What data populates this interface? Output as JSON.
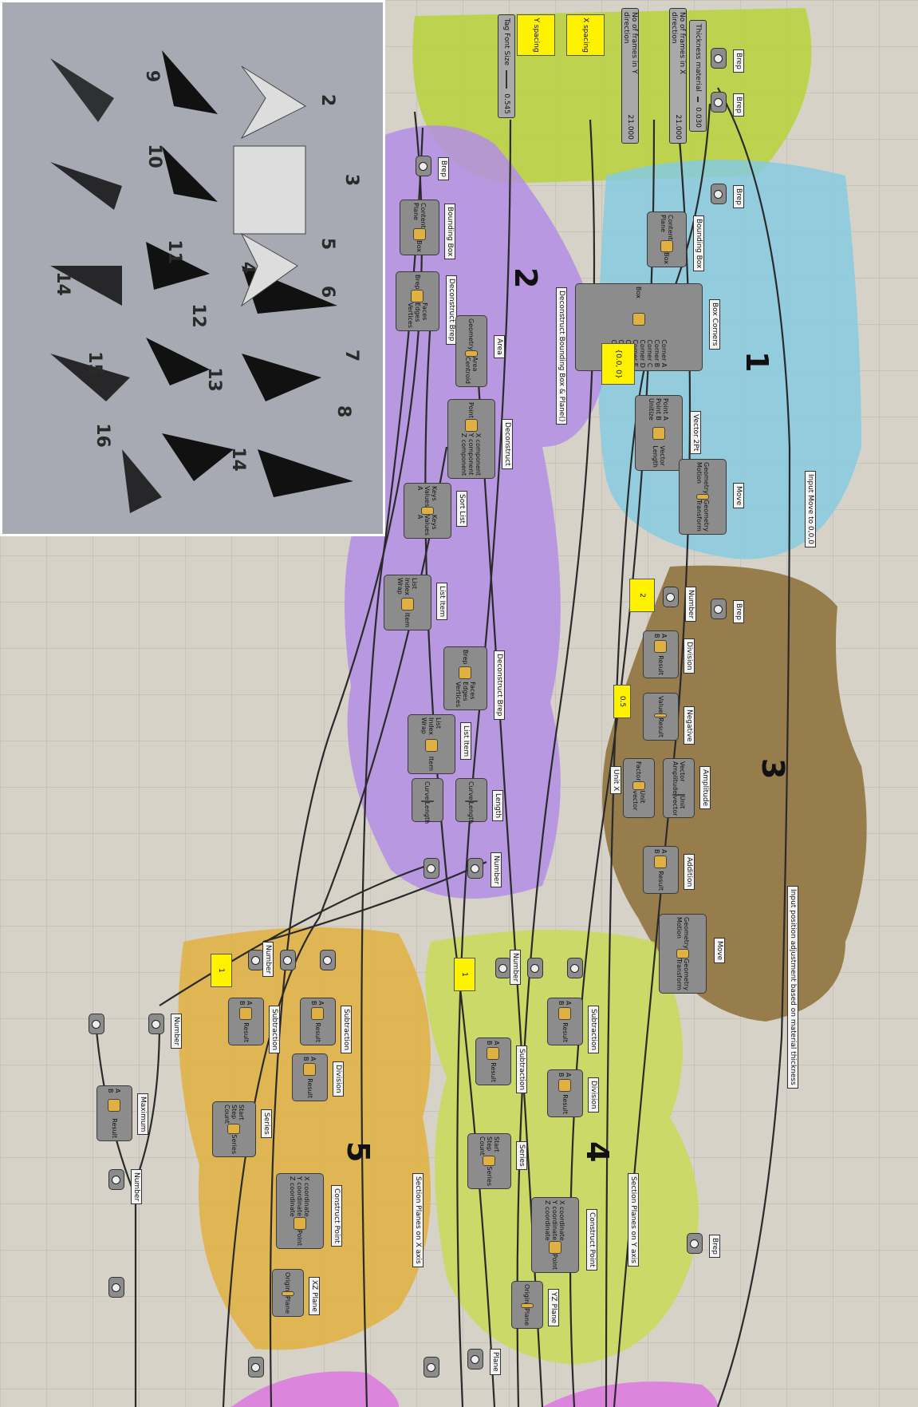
{
  "preview": {
    "labels": [
      "2",
      "3",
      "4",
      "5",
      "6",
      "7",
      "8",
      "9",
      "10",
      "11",
      "12",
      "13",
      "14",
      "14",
      "15",
      "16"
    ]
  },
  "groups": [
    "1",
    "2",
    "3",
    "4",
    "5"
  ],
  "inputs": {
    "x_spacing_label": "X spacing",
    "y_spacing_label": "Y spacing",
    "no_frames_y": "No of frames in Y direction",
    "no_frames_x": "No of frames in X direction",
    "thickness": "Thickness material",
    "tag_font_size": "Tag Font Size",
    "val_tag": "0.545",
    "val_y": "21.000",
    "val_x": "21.000",
    "val_thick": "0.030",
    "panel_x": "X spacing",
    "panel_y": "Y spacing"
  },
  "components": {
    "brep": "Brep",
    "bounding_box": "Bounding Box",
    "box_corners": "Box Corners",
    "deconstruct_brep": "Deconstruct Brep",
    "deconstruct_bbox": "Deconstruct Bounding Box & Plane()",
    "area": "Area",
    "deconstruct": "Deconstruct",
    "vector_2pt": "Vector 2Pt",
    "move": "Move",
    "move_note": "Input Move to 0,0,0",
    "sort_list": "Sort List",
    "list_item": "List Item",
    "length": "Length",
    "number": "Number",
    "division": "Division",
    "negative": "Negative",
    "amplitude": "Amplitude",
    "unit_x": "Unit X",
    "addition": "Addition",
    "move_note2": "Input position adjustment based on material thickness",
    "subtraction": "Subtraction",
    "series": "Series",
    "construct_point": "Construct Point",
    "yz_plane": "YZ Plane",
    "xz_plane": "XZ Plane",
    "maximum": "Maximum",
    "plane": "Plane",
    "section_x": "Section Planes on X axis",
    "section_y": "Section Planes on Y axis",
    "panel_zero": "{0.0, 0}",
    "panel_two": "2",
    "panel_half": "0.5",
    "panel_one": "1"
  },
  "colors": {
    "green": "#b9d23a",
    "blue": "#86cbe0",
    "purple": "#b48ee6",
    "brown": "#8d6e36",
    "yellow": "#e2b23f",
    "lime": "#c9da57",
    "pink": "#dc78e0"
  }
}
